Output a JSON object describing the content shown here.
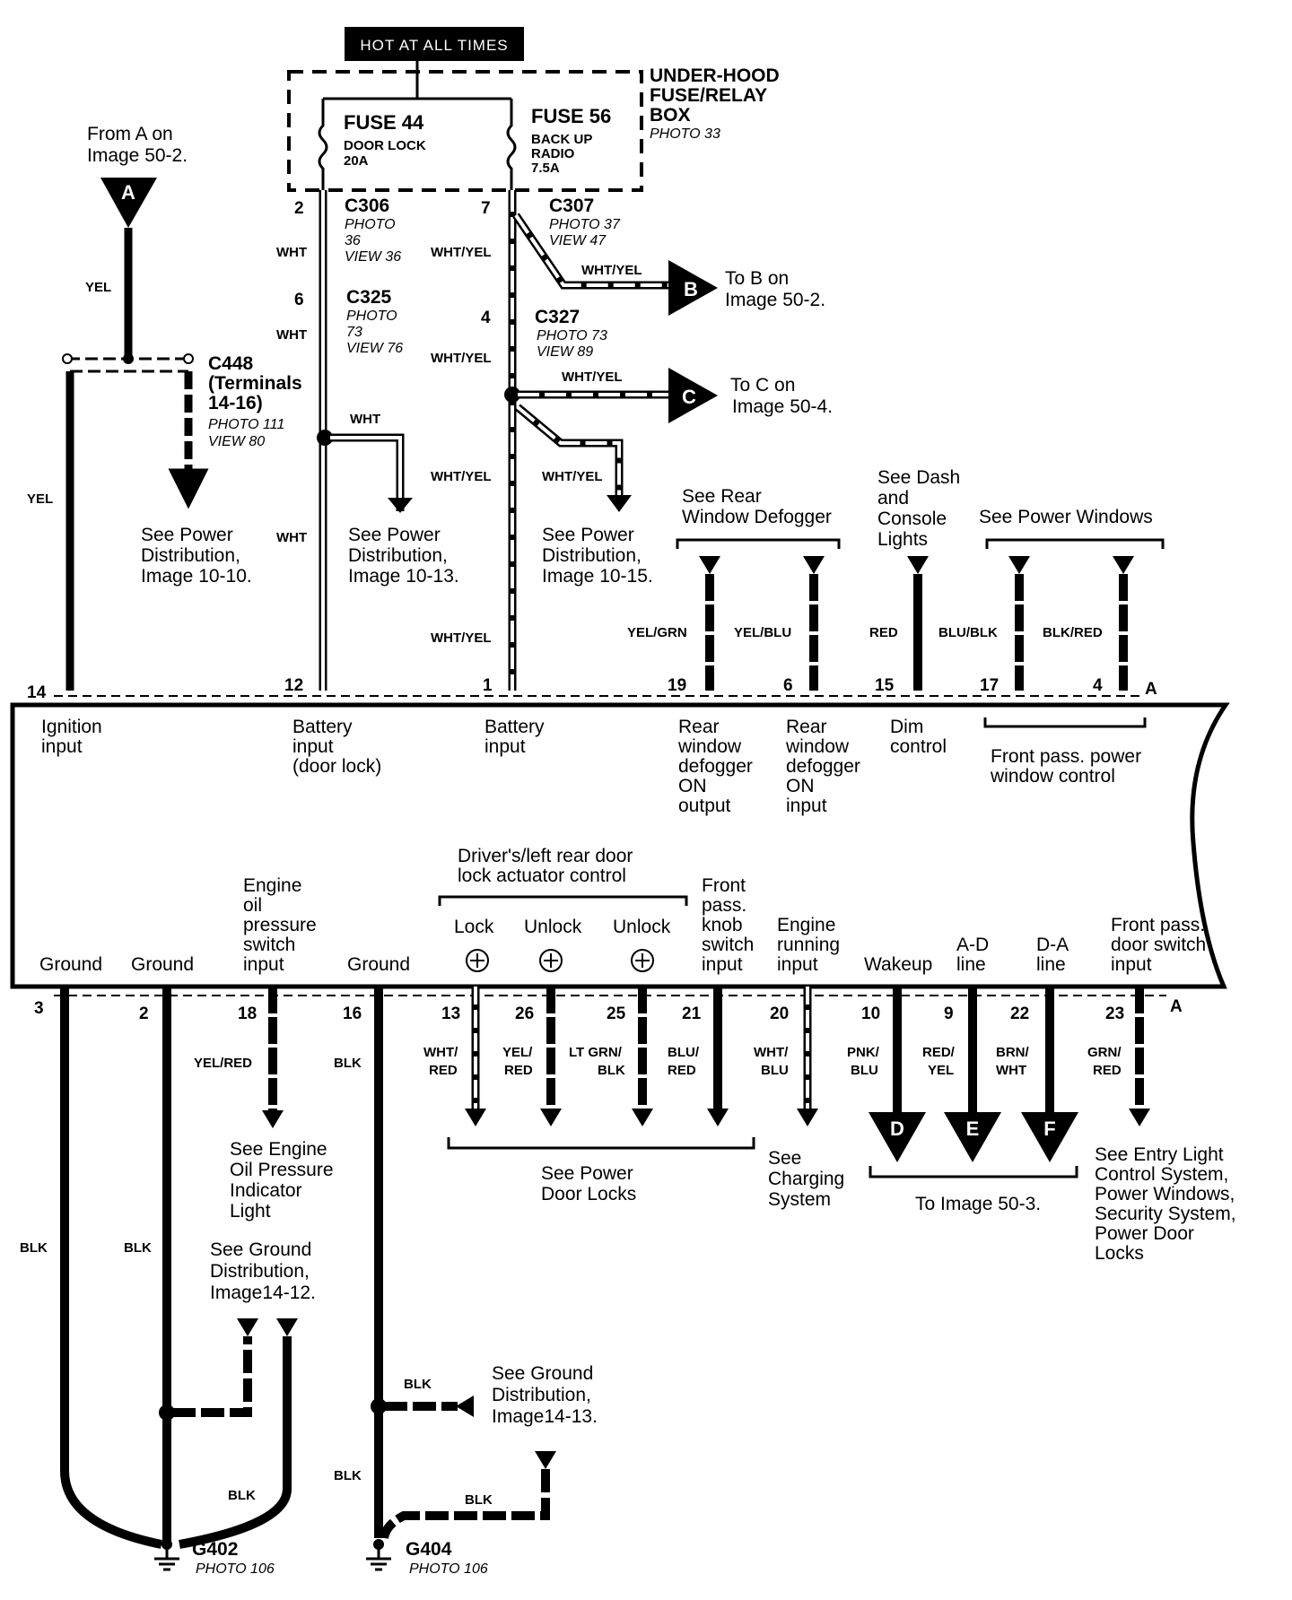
{
  "hot_label": "HOT AT ALL TIMES",
  "fusebox": {
    "title": [
      "UNDER-HOOD",
      "FUSE/RELAY",
      "BOX"
    ],
    "photo": "PHOTO 33",
    "fuse44": {
      "name": "FUSE 44",
      "desc": [
        "DOOR LOCK",
        "20A"
      ]
    },
    "fuse56": {
      "name": "FUSE 56",
      "desc": [
        "BACK UP",
        "RADIO",
        "7.5A"
      ]
    }
  },
  "connectors": {
    "c306": {
      "name": "C306",
      "photo": [
        "PHOTO",
        "36",
        "VIEW 36"
      ]
    },
    "c307": {
      "name": "C307",
      "photo": [
        "PHOTO 37",
        "VIEW 47"
      ]
    },
    "c325": {
      "name": "C325",
      "photo": [
        "PHOTO",
        "73",
        "VIEW 76"
      ]
    },
    "c327": {
      "name": "C327",
      "photo": [
        "PHOTO 73",
        "VIEW 89"
      ]
    },
    "c448": {
      "name": [
        "C448",
        "(Terminals",
        "14-16)"
      ],
      "photo": [
        "PHOTO 111",
        "VIEW 80"
      ]
    }
  },
  "pin_nums": {
    "p2": "2",
    "p7": "7",
    "p6": "6",
    "p4": "4"
  },
  "refs": {
    "fromA": [
      "From A on",
      "Image 50-2."
    ],
    "toB": [
      "To B on",
      "Image 50-2."
    ],
    "toC": [
      "To C on",
      "Image 50-4."
    ],
    "pd1010": [
      "See Power",
      "Distribution,",
      "Image 10-10."
    ],
    "pd1013": [
      "See Power",
      "Distribution,",
      "Image 10-13."
    ],
    "pd1015": [
      "See Power",
      "Distribution,",
      "Image 10-15."
    ],
    "rwd": [
      "See Rear",
      "Window Defogger"
    ],
    "dash": [
      "See Dash",
      "and",
      "Console",
      "Lights"
    ],
    "pw": [
      "See Power Windows"
    ],
    "engOil": [
      "See Engine",
      "Oil Pressure",
      "Indicator",
      "Light"
    ],
    "gd1412": [
      "See Ground",
      "Distribution,",
      "Image14-12."
    ],
    "gd1413": [
      "See Ground",
      "Distribution,",
      "Image14-13."
    ],
    "pdl": [
      "See Power",
      "Door Locks"
    ],
    "charging": [
      "See",
      "Charging",
      "System"
    ],
    "img503": [
      "To Image 50-3."
    ],
    "entry": [
      "See Entry Light",
      "Control System,",
      "Power Windows,",
      "Security System,",
      "Power Door",
      "Locks"
    ]
  },
  "wires": {
    "yel": "YEL",
    "wht": "WHT",
    "whtyel": "WHT/YEL",
    "blk": "BLK",
    "yelgrn": "YEL/GRN",
    "yelblu": "YEL/BLU",
    "red": "RED",
    "blublk": "BLU/BLK",
    "blkred": "BLK/RED",
    "yelred": "YEL/RED",
    "whtred": [
      "WHT/",
      "RED"
    ],
    "yelred2": [
      "YEL/",
      "RED"
    ],
    "ltgrnblk": [
      "LT GRN/",
      "BLK"
    ],
    "blured": [
      "BLU/",
      "RED"
    ],
    "whtblu": [
      "WHT/",
      "BLU"
    ],
    "pnkblu": [
      "PNK/",
      "BLU"
    ],
    "redyel": [
      "RED/",
      "YEL"
    ],
    "brnwht": [
      "BRN/",
      "WHT"
    ],
    "grnred": [
      "GRN/",
      "RED"
    ]
  },
  "top_pins": [
    "14",
    "12",
    "1",
    "19",
    "6",
    "15",
    "17",
    "4"
  ],
  "bottom_pins": [
    "3",
    "2",
    "18",
    "16",
    "13",
    "26",
    "25",
    "21",
    "20",
    "10",
    "9",
    "22",
    "23"
  ],
  "conn_letter": "A",
  "circles": {
    "a": "A",
    "b": "B",
    "c": "C",
    "d": "D",
    "e": "E",
    "f": "F"
  },
  "top_labels": {
    "ignition": [
      "Ignition",
      "input"
    ],
    "battDoor": [
      "Battery",
      "input",
      "(door lock)"
    ],
    "batt": [
      "Battery",
      "input"
    ],
    "rwdOut": [
      "Rear",
      "window",
      "defogger",
      "ON",
      "output"
    ],
    "rwdIn": [
      "Rear",
      "window",
      "defogger",
      "ON",
      "input"
    ],
    "dim": [
      "Dim",
      "control"
    ],
    "fpw": [
      "Front pass. power",
      "window control"
    ]
  },
  "bottom_labels": {
    "gnd1": [
      "Ground"
    ],
    "gnd2": [
      "Ground"
    ],
    "engOil": [
      "Engine",
      "oil",
      "pressure",
      "switch",
      "input"
    ],
    "gnd3": [
      "Ground"
    ],
    "drv": [
      "Driver's/left rear door",
      "lock actuator control"
    ],
    "lock": "Lock",
    "unlock1": "Unlock",
    "unlock2": "Unlock",
    "knob": [
      "Front",
      "pass.",
      "knob",
      "switch",
      "input"
    ],
    "engRun": [
      "Engine",
      "running",
      "input"
    ],
    "wakeup": [
      "Wakeup"
    ],
    "ad": [
      "A-D",
      "line"
    ],
    "da": [
      "D-A",
      "line"
    ],
    "fpds": [
      "Front  pass.",
      "door switch",
      "input"
    ]
  },
  "grounds": {
    "g402": {
      "name": "G402",
      "photo": "PHOTO 106"
    },
    "g404": {
      "name": "G404",
      "photo": "PHOTO 106"
    }
  }
}
